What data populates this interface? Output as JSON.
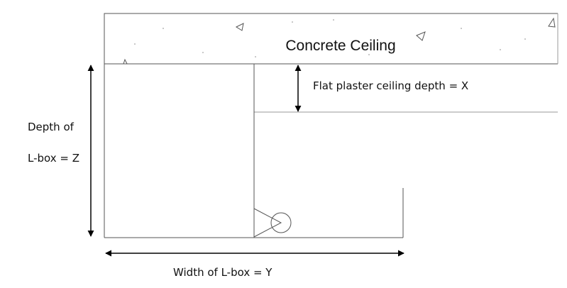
{
  "labels": {
    "ceiling": "Concrete Ceiling",
    "plaster_depth": "Flat plaster ceiling depth = X",
    "depth_line1": "Depth of",
    "depth_line2": "L-box = Z",
    "width": "Width of L-box = Y"
  },
  "colors": {
    "line": "#555555",
    "arrow": "#000000",
    "text": "#111111"
  }
}
